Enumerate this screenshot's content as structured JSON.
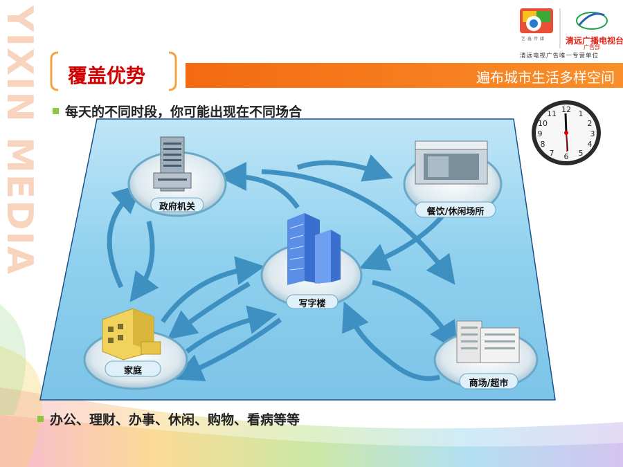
{
  "watermark": {
    "text": "YIXIN MEDIA"
  },
  "logo": {
    "name": "清远广播电视台",
    "sub": "广告部",
    "caption": "清远电视广告唯一专营单位",
    "mini_tag": "艺鑫传媒"
  },
  "header": {
    "title": "覆盖优势",
    "subtitle": "遍布城市生活多样空间"
  },
  "bullets": {
    "top": "每天的不同时段，你可能出现在不同场合",
    "bottom": "办公、理财、办事、休闲、购物、看病等等"
  },
  "places": {
    "gov": "政府机关",
    "restaurant": "餐饮/休闲场所",
    "office": "写字楼",
    "home": "家庭",
    "mall": "商场/超市"
  },
  "colors": {
    "accent_orange": "#f46a10",
    "title_red": "#d10000",
    "bullet_green": "#8dc63f",
    "arrow_blue": "#3a8dbf",
    "map_fill": "#8fd0ee"
  },
  "icons": [
    "clock-icon",
    "government-building-icon",
    "restaurant-icon",
    "office-tower-icon",
    "house-icon",
    "mall-icon"
  ]
}
